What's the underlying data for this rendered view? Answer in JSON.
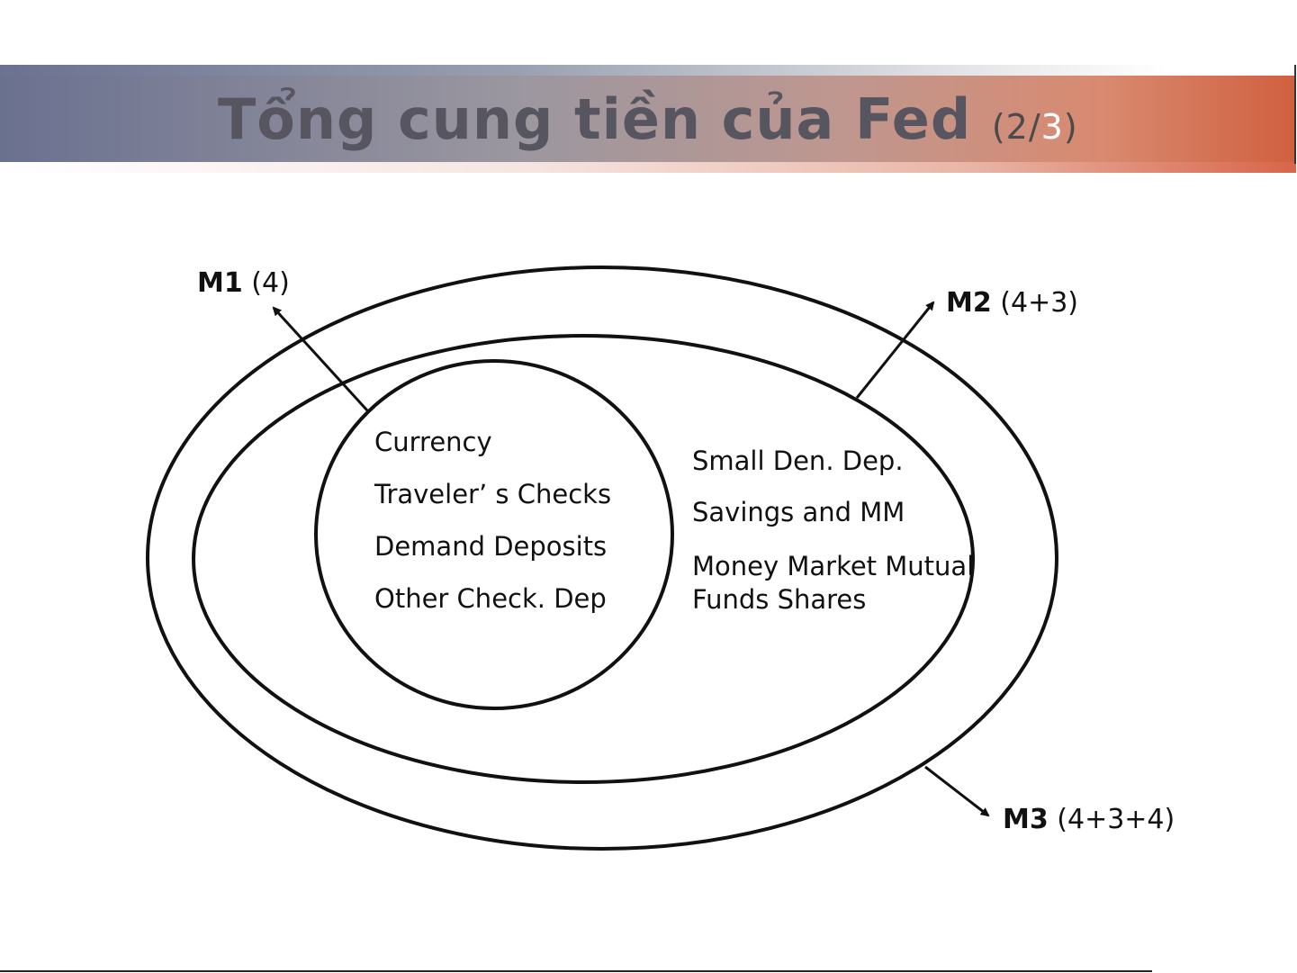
{
  "title": {
    "main": "Tổng cung tiền của Fed",
    "sub_open": "(2/",
    "sub_num": "3",
    "sub_close": ")"
  },
  "diagram": {
    "m1": {
      "name": "M1",
      "value": "(4)"
    },
    "m2": {
      "name": "M2",
      "value": "(4+3)"
    },
    "m3": {
      "name": "M3",
      "value": "(4+3+4)"
    },
    "m1_items": [
      "Currency",
      "Traveler’ s Checks",
      "Demand Deposits",
      "Other Check. Dep"
    ],
    "m2_items": [
      "Small Den. Dep.",
      "Savings and MM",
      "Money Market Mutual",
      "Funds Shares"
    ]
  }
}
